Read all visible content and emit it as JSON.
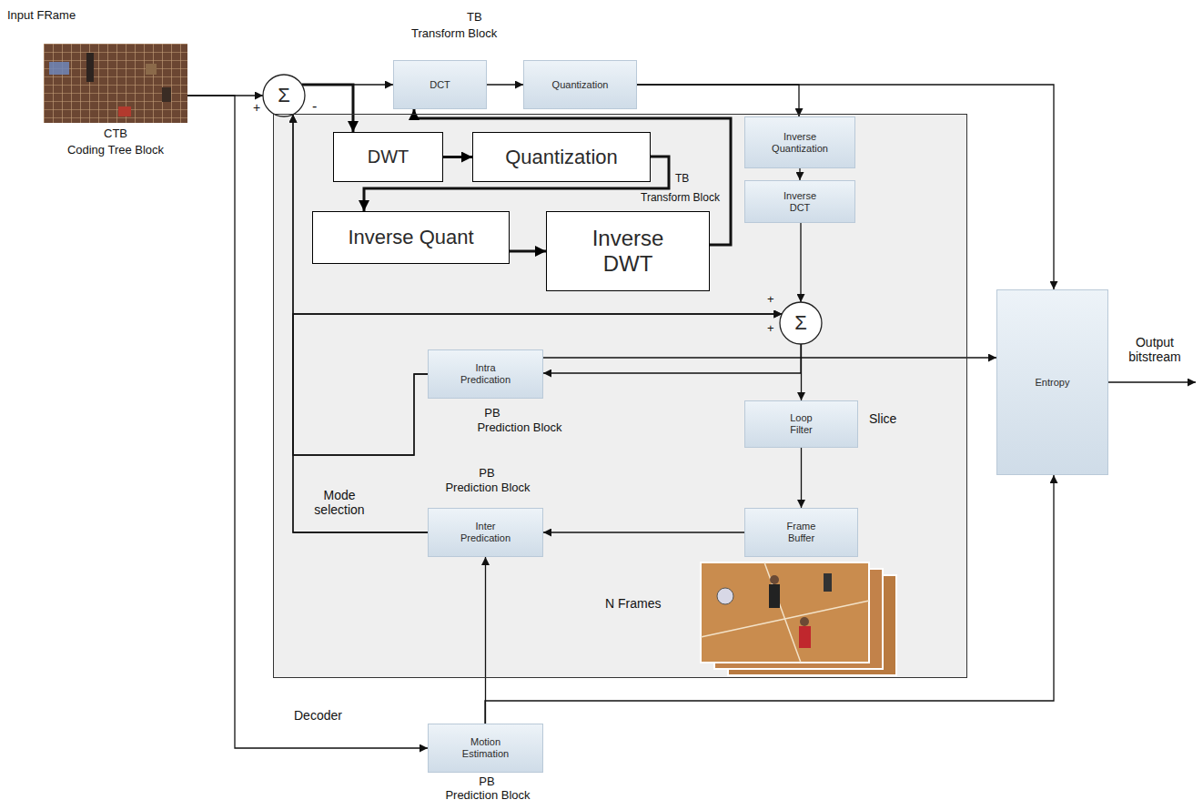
{
  "diagram": {
    "nodes": [
      {
        "text": [
          "Input FRame",
          "CTB",
          "Coding Tree Block"
        ]
      },
      {
        "text": [
          "Σ"
        ]
      },
      {
        "text": [
          "DCT"
        ]
      },
      {
        "text": [
          "Quantization"
        ]
      },
      {
        "text": [
          "Decoder"
        ]
      },
      {
        "text": [
          "DWT"
        ],
        "in": 4
      },
      {
        "text": [
          "Quantization"
        ],
        "in": 4
      },
      {
        "text": [
          "Inverse Quantization"
        ],
        "in": 4
      },
      {
        "text": [
          "Inverse Quant"
        ],
        "in": 4
      },
      {
        "text": [
          "Inverse DWT"
        ],
        "in": 4
      },
      {
        "text": [
          "Inverse DCT"
        ],
        "in": 4
      },
      {
        "text": [
          "Σ"
        ],
        "in": 4
      },
      {
        "text": [
          "Intra Predication",
          "PB",
          "Prediction Block"
        ],
        "in": 4
      },
      {
        "text": [
          "Loop Filter"
        ],
        "in": 4
      },
      {
        "text": [
          "PB",
          "Prediction Block",
          "Inter Predication"
        ],
        "in": 4
      },
      {
        "text": [
          "Frame Buffer"
        ],
        "in": 4
      },
      {
        "text": [
          "Motion Estimation",
          "PB",
          "Prediction Block"
        ]
      },
      {
        "text": [
          "Entropy"
        ]
      }
    ],
    "edges": [
      {
        "from": 0,
        "to": 1,
        "arrow": "to"
      },
      {
        "from": 1,
        "to": 2,
        "arrow": "to"
      },
      {
        "from": 2,
        "to": 3,
        "arrow": "to"
      },
      {
        "from": 3,
        "to": 7,
        "arrow": "to"
      },
      {
        "from": 3,
        "to": 17,
        "arrow": "to"
      },
      {
        "from": 1,
        "to": 5,
        "arrow": "to"
      },
      {
        "from": 5,
        "to": 6,
        "arrow": "to"
      },
      {
        "from": 6,
        "to": 8,
        "arrow": "to"
      },
      {
        "from": 8,
        "to": 9,
        "arrow": "to"
      },
      {
        "from": 9,
        "to": 2,
        "arrow": "to"
      },
      {
        "from": 7,
        "to": 10,
        "arrow": "to"
      },
      {
        "from": 10,
        "to": 11,
        "arrow": "to"
      },
      {
        "from": 11,
        "to": 12,
        "arrow": "to"
      },
      {
        "from": 11,
        "to": 13,
        "arrow": "to"
      },
      {
        "from": 12,
        "to": 17,
        "arrow": "to"
      },
      {
        "from": 13,
        "to": 15,
        "arrow": "to"
      },
      {
        "from": 15,
        "to": 14,
        "arrow": "to"
      },
      {
        "from": 12,
        "to": 1,
        "arrow": "to"
      },
      {
        "from": 12,
        "to": 11,
        "arrow": "to"
      },
      {
        "from": 14,
        "to": 1,
        "arrow": "to"
      },
      {
        "from": 14,
        "to": 11,
        "arrow": "to"
      },
      {
        "from": 16,
        "to": 14,
        "arrow": "to"
      },
      {
        "from": 0,
        "to": 16,
        "arrow": "to"
      },
      {
        "from": 16,
        "to": 17,
        "arrow": "to"
      }
    ],
    "labels": [
      "TB",
      "Transform Block",
      "+",
      "-",
      "TB",
      "Transform Block",
      "+",
      "+",
      "Slice",
      "Mode selection",
      "N Frames",
      "Output bitstream"
    ]
  }
}
